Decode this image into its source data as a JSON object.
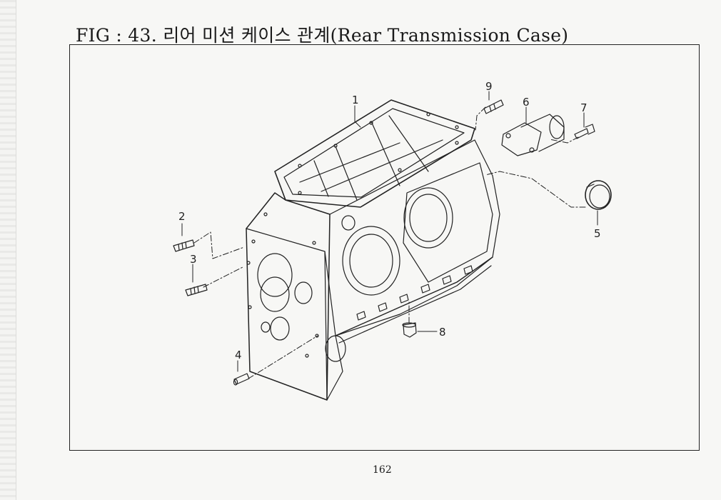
{
  "title": "FIG : 43. 리어 미션 케이스 관계(Rear Transmission Case)",
  "page_number": "162",
  "callouts": {
    "c1": "1",
    "c2": "2",
    "c3": "3",
    "c4": "4",
    "c5": "5",
    "c6": "6",
    "c7": "7",
    "c8": "8",
    "c9": "9"
  }
}
